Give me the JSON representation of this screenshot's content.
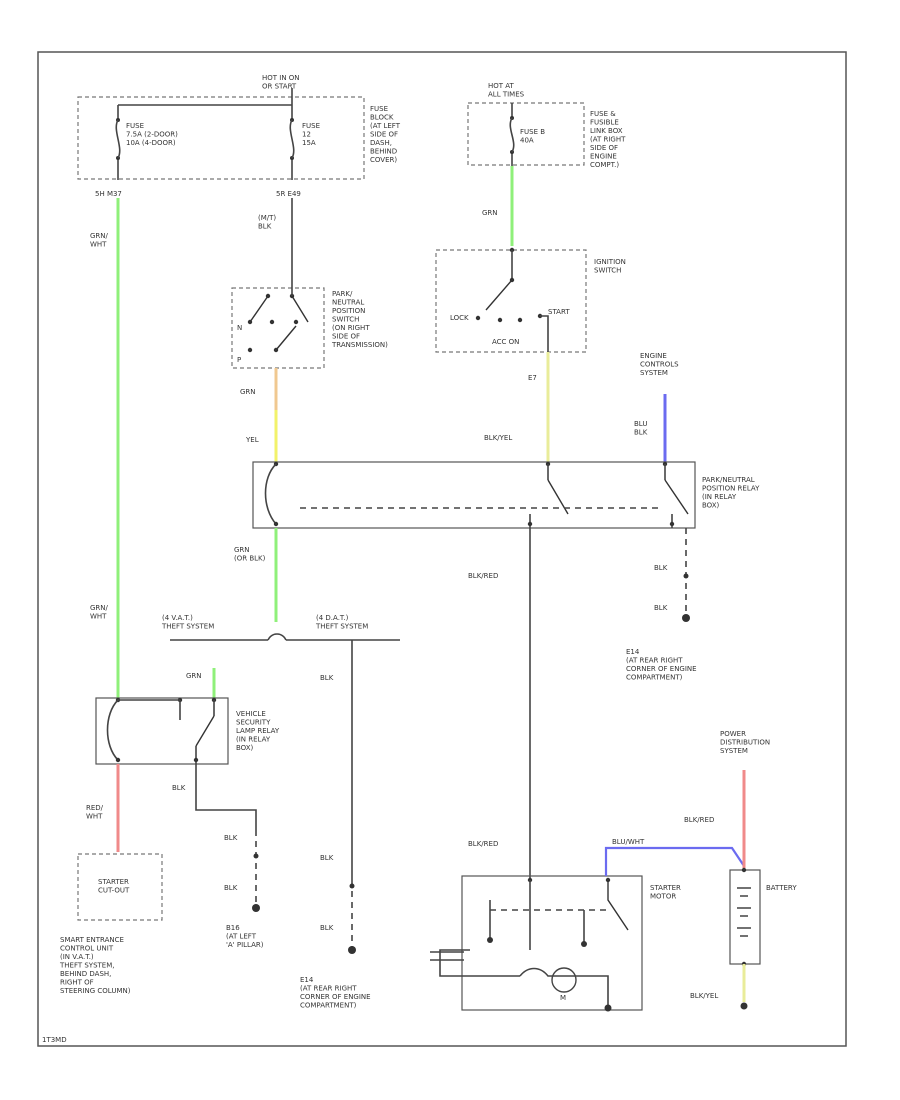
{
  "colors": {
    "grn": "#8ff07a",
    "yel": "#f2f26a",
    "blu": "#6b6bf0",
    "red": "#f08a8a",
    "pale_yel": "#e9ec9a",
    "orange": "#f0c890"
  },
  "labels": {
    "hot_run_start": "HOT IN ON\nOR START",
    "fuse_block_left": "FUSE\n7.5A (2-DOOR)\n10A (4-DOOR)",
    "fuse_block_mid": "FUSE\n12\n15A",
    "fuse_block_desc": "FUSE\nBLOCK\n(AT LEFT\nSIDE OF\nDASH,\nBEHIND\nCOVER)",
    "hot_at_all_times": "HOT AT\nALL TIMES",
    "fuse_b": "FUSE B\n40A",
    "fuse_link_desc": "FUSE &\nFUSIBLE\nLINK BOX\n(AT RIGHT\nSIDE OF\nENGINE\nCOMPT.)",
    "wire_left_top": "5H    M37",
    "wire_mid_top": "5R    E49",
    "grn_wht_1": "GRN/\nWHT",
    "mt_blk": "(M/T)\nBLK",
    "grn_1": "GRN",
    "ignition_switch": "IGNITION\nSWITCH",
    "lock": "LOCK",
    "start": "START",
    "acc_on": "ACC      ON",
    "park_neutral_switch": "PARK/\nNEUTRAL\nPOSITION\nSWITCH\n(ON RIGHT\nSIDE OF\nTRANSMISSION)",
    "p": "P",
    "n": "N",
    "grn_2": "GRN",
    "yel_1": "YEL",
    "blk_yel_1": "BLK/YEL",
    "e7": "E7",
    "engine_controls": "ENGINE\nCONTROLS\nSYSTEM",
    "blu_blk": "BLU\nBLK",
    "park_neutral_relay": "PARK/NEUTRAL\nPOSITION RELAY\n(IN RELAY\nBOX)",
    "grn_or_blk": "GRN\n(OR BLK)",
    "blk_red_1": "BLK/RED",
    "blk_1": "BLK",
    "blk_2": "BLK",
    "e14_desc": "E14\n(AT REAR RIGHT\nCORNER OF ENGINE\nCOMPARTMENT)",
    "grn_wht_2": "GRN/\nWHT",
    "theft_left": "(4 V.A.T.)\nTHEFT SYSTEM",
    "theft_right": "(4 D.A.T.)\nTHEFT SYSTEM",
    "grn_3": "GRN",
    "vehicle_security_relay": "VEHICLE\nSECURITY\nLAMP RELAY\n(IN RELAY\nBOX)",
    "blk_3": "BLK",
    "red_wht": "RED/\nWHT",
    "starter_cutout": "STARTER\nCUT-OUT",
    "smart_entrance": "SMART ENTRANCE\nCONTROL UNIT\n(IN V.A.T.)\nTHEFT SYSTEM,\nBEHIND DASH,\nRIGHT OF\nSTEERING COLUMN)",
    "blk_4": "BLK",
    "blk_5": "BLK",
    "b16_desc": "B16\n(AT LEFT\n'A' PILLAR)",
    "blk_6": "BLK",
    "blk_7": "BLK",
    "e14_desc_2": "E14\n(AT REAR RIGHT\nCORNER OF ENGINE\nCOMPARTMENT)",
    "power_distribution": "POWER\nDISTRIBUTION\nSYSTEM",
    "blk_red_2": "BLK/RED",
    "blk_red_3": "BLK/RED",
    "blu_wht": "BLU/WHT",
    "starter_motor": "STARTER\nMOTOR",
    "battery": "BATTERY",
    "m": "M",
    "blk_yel_2": "BLK/YEL",
    "footer_code": "1T3MD"
  }
}
